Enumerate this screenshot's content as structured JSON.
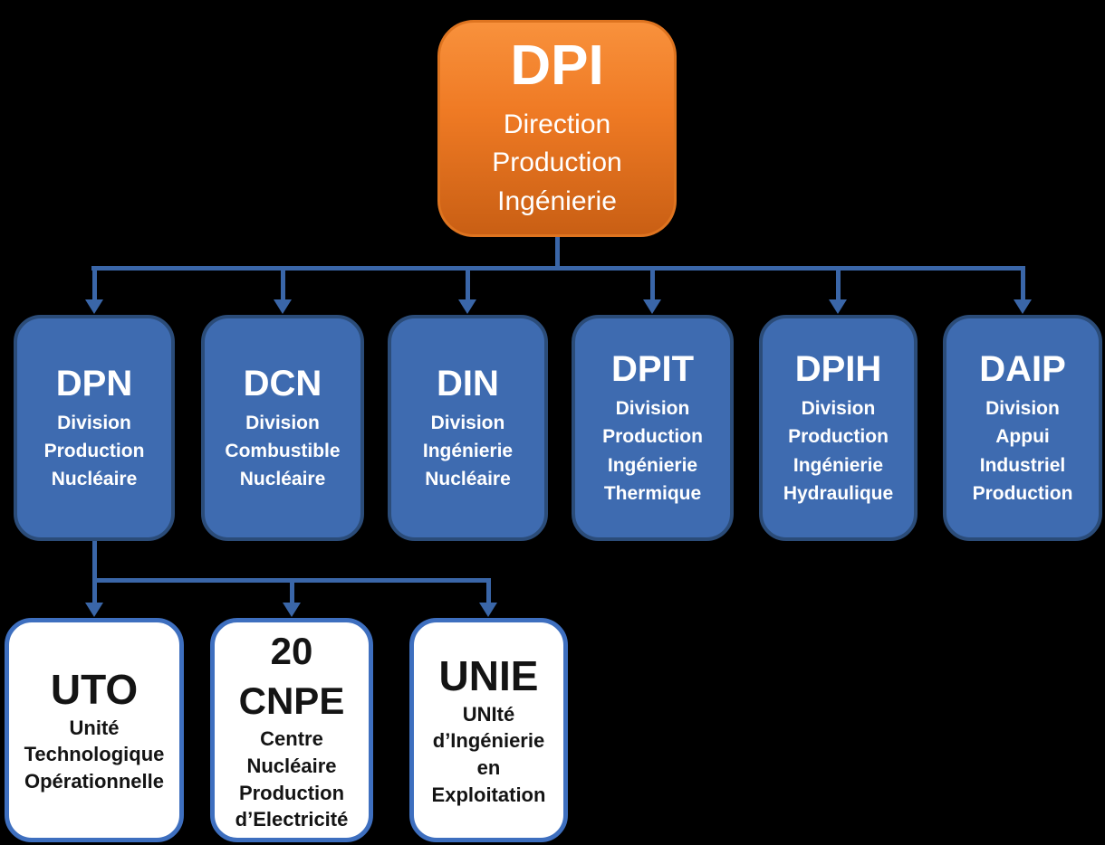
{
  "colors": {
    "background": "#000000",
    "root_gradient_top": "#F8913C",
    "root_gradient_bottom": "#C95F14",
    "root_border": "#DE7420",
    "division_fill": "#3E6BB0",
    "division_border": "#2B4C79",
    "unit_fill": "#FFFFFF",
    "unit_border": "#3E6FBF",
    "connector": "#3A66A8",
    "text_on_color": "#FFFFFF",
    "text_on_white": "#141414"
  },
  "root": {
    "acronym": "DPI",
    "name_lines": [
      "Direction",
      "Production",
      "Ingénierie"
    ]
  },
  "divisions": [
    {
      "acronym": "DPN",
      "name_lines": [
        "Division",
        "Production",
        "Nucléaire"
      ]
    },
    {
      "acronym": "DCN",
      "name_lines": [
        "Division",
        "Combustible",
        "Nucléaire"
      ]
    },
    {
      "acronym": "DIN",
      "name_lines": [
        "Division",
        "Ingénierie",
        "Nucléaire"
      ]
    },
    {
      "acronym": "DPIT",
      "name_lines": [
        "Division",
        "Production",
        "Ingénierie",
        "Thermique"
      ]
    },
    {
      "acronym": "DPIH",
      "name_lines": [
        "Division",
        "Production",
        "Ingénierie",
        "Hydraulique"
      ]
    },
    {
      "acronym": "DAIP",
      "name_lines": [
        "Division",
        "Appui",
        "Industriel",
        "Production"
      ]
    }
  ],
  "units": [
    {
      "acronym_lines": [
        "UTO"
      ],
      "name_lines": [
        "Unité",
        "Technologique",
        "Opérationnelle"
      ]
    },
    {
      "acronym_lines": [
        "20",
        "CNPE"
      ],
      "name_lines": [
        "Centre",
        "Nucléaire",
        "Production",
        "d’Electricité"
      ]
    },
    {
      "acronym_lines": [
        "UNIE"
      ],
      "name_lines": [
        "UNIté",
        "d’Ingénierie",
        "en",
        "Exploitation"
      ]
    }
  ]
}
